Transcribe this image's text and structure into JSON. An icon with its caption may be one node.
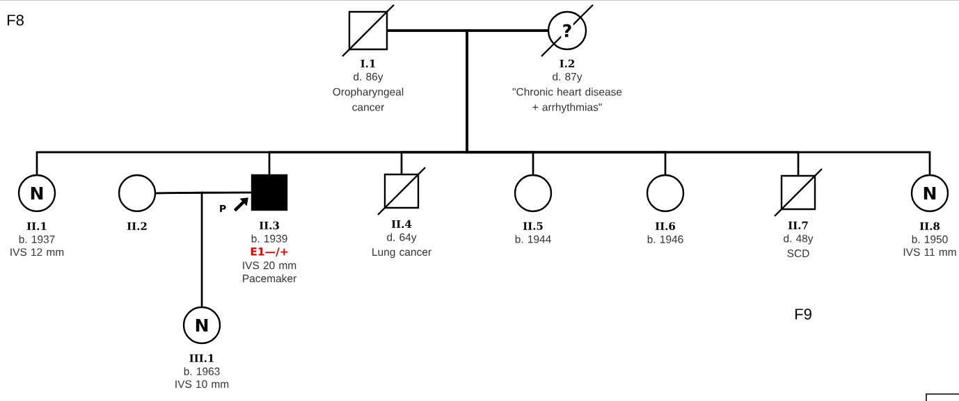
{
  "diagram": {
    "nodes": [
      {
        "text": [],
        "shape": "box",
        "beside": [
          "I.1",
          "d. 86y",
          "Oropharyngeal cancer"
        ]
      },
      {
        "text": [
          "?"
        ],
        "beside": [
          "I.2",
          "d. 87y",
          "\"Chronic heart disease + arrhythmias\""
        ]
      },
      {
        "text": [
          "N"
        ],
        "beside": [
          "II.1",
          "b. 1937",
          "IVS 12 mm"
        ]
      },
      {
        "text": [],
        "shape": "circle",
        "beside": [
          "II.2"
        ]
      },
      {
        "text": [
          "P"
        ]
      },
      {
        "text": [],
        "shape": "box",
        "beside": [
          "II.3",
          "b. 1939",
          "E1—/+",
          "IVS 20 mm",
          "Pacemaker"
        ]
      },
      {
        "text": [],
        "shape": "box",
        "beside": [
          "II.4",
          "d. 64y",
          "Lung cancer"
        ]
      },
      {
        "text": [],
        "shape": "circle",
        "beside": [
          "II.5",
          "b. 1944"
        ]
      },
      {
        "text": [],
        "shape": "circle",
        "beside": [
          "II.6",
          "b. 1946"
        ]
      },
      {
        "text": [],
        "shape": "box",
        "beside": [
          "II.7",
          "d. 48y",
          "SCD"
        ]
      },
      {
        "text": [
          "N"
        ],
        "beside": [
          "II.8",
          "b. 1950",
          "IVS 11 mm"
        ]
      },
      {
        "text": [
          "N"
        ],
        "beside": [
          "III.1",
          "b. 1963",
          "IVS 10 mm"
        ]
      }
    ],
    "edges": [
      {
        "from": 0,
        "to": 1,
        "arrow": "none"
      },
      {
        "from": 0,
        "to": 2,
        "arrow": "none"
      },
      {
        "from": 1,
        "to": 2,
        "arrow": "none"
      },
      {
        "from": 0,
        "to": 5,
        "arrow": "none"
      },
      {
        "from": 1,
        "to": 5,
        "arrow": "none"
      },
      {
        "from": 0,
        "to": 6,
        "arrow": "none"
      },
      {
        "from": 1,
        "to": 6,
        "arrow": "none"
      },
      {
        "from": 0,
        "to": 7,
        "arrow": "none"
      },
      {
        "from": 1,
        "to": 7,
        "arrow": "none"
      },
      {
        "from": 0,
        "to": 8,
        "arrow": "none"
      },
      {
        "from": 1,
        "to": 8,
        "arrow": "none"
      },
      {
        "from": 0,
        "to": 9,
        "arrow": "none"
      },
      {
        "from": 1,
        "to": 9,
        "arrow": "none"
      },
      {
        "from": 0,
        "to": 10,
        "arrow": "none"
      },
      {
        "from": 1,
        "to": 10,
        "arrow": "none"
      },
      {
        "from": 3,
        "to": 5,
        "arrow": "none"
      },
      {
        "from": 3,
        "to": 11,
        "arrow": "none"
      },
      {
        "from": 5,
        "to": 11,
        "arrow": "none"
      },
      {
        "from": 4,
        "to": 5,
        "arrow": "to",
        "style": "thick"
      }
    ],
    "labels": [
      "F8",
      "F9"
    ]
  }
}
